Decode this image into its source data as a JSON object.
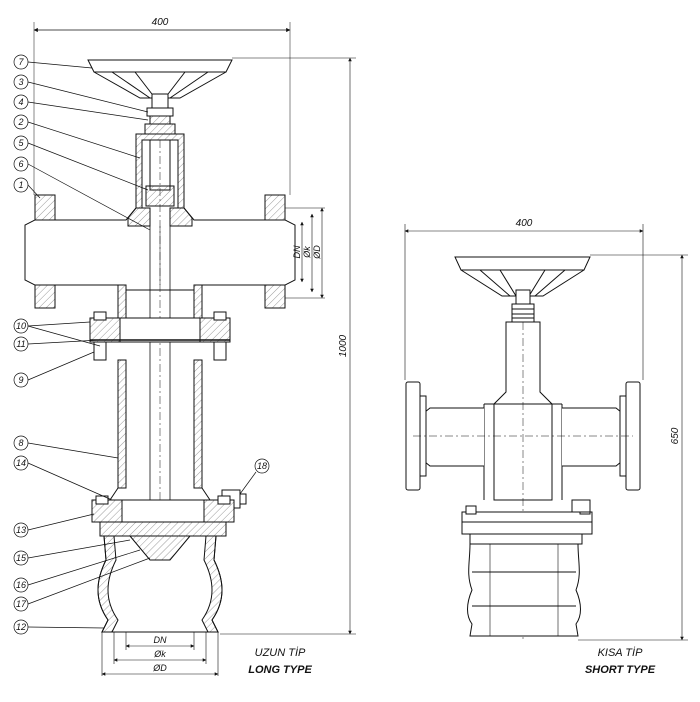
{
  "long_type": {
    "caption_tr": "UZUN TİP",
    "caption_en": "LONG TYPE",
    "dim_width": "400",
    "dim_height": "1000",
    "flange_labels": [
      "DN",
      "Øk",
      "ØD"
    ],
    "base_labels": [
      "DN",
      "Øk",
      "ØD"
    ],
    "part_numbers": [
      "7",
      "3",
      "4",
      "2",
      "5",
      "6",
      "1",
      "10",
      "11",
      "9",
      "8",
      "14",
      "13",
      "15",
      "16",
      "17",
      "12",
      "18"
    ]
  },
  "short_type": {
    "caption_tr": "KISA TİP",
    "caption_en": "SHORT TYPE",
    "dim_width": "400",
    "dim_height": "650"
  }
}
